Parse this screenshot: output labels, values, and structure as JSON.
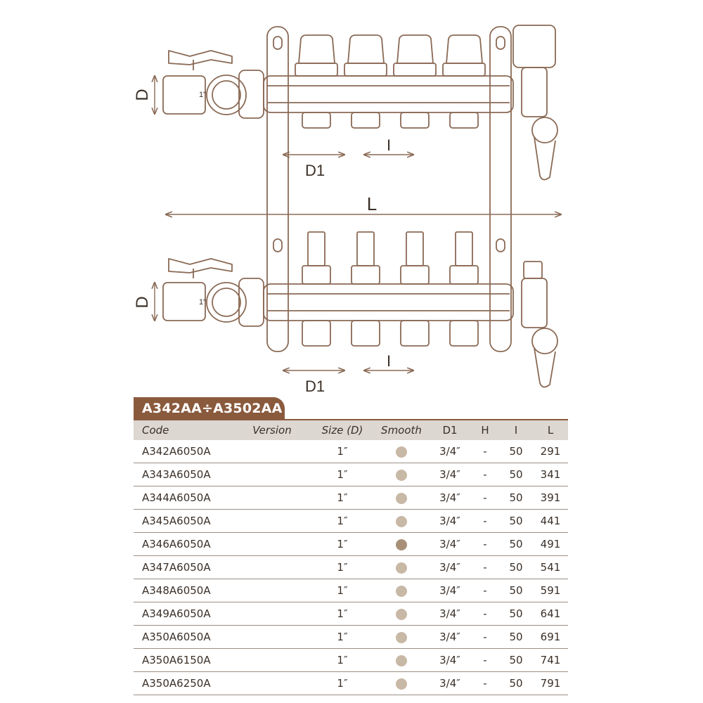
{
  "drawing": {
    "dimensions": {
      "diameter": "D",
      "outlet_diameter": "D1",
      "spacing": "I",
      "length": "L"
    },
    "inlet_size": "1\"",
    "outlet_count": 4
  },
  "table": {
    "title": "A342AA÷A3502AA",
    "headers": {
      "code": "Code",
      "version": "Version",
      "size": "Size (D)",
      "smooth": "Smooth",
      "d1": "D1",
      "h": "H",
      "i": "I",
      "l": "L"
    },
    "rows": [
      {
        "code": "A342A6050A",
        "version": "",
        "size": "1″",
        "smooth_dark": false,
        "d1": "3/4″",
        "h": "-",
        "i": "50",
        "l": "291"
      },
      {
        "code": "A343A6050A",
        "version": "",
        "size": "1″",
        "smooth_dark": false,
        "d1": "3/4″",
        "h": "-",
        "i": "50",
        "l": "341"
      },
      {
        "code": "A344A6050A",
        "version": "",
        "size": "1″",
        "smooth_dark": false,
        "d1": "3/4″",
        "h": "-",
        "i": "50",
        "l": "391"
      },
      {
        "code": "A345A6050A",
        "version": "",
        "size": "1″",
        "smooth_dark": false,
        "d1": "3/4″",
        "h": "-",
        "i": "50",
        "l": "441"
      },
      {
        "code": "A346A6050A",
        "version": "",
        "size": "1″",
        "smooth_dark": true,
        "d1": "3/4″",
        "h": "-",
        "i": "50",
        "l": "491"
      },
      {
        "code": "A347A6050A",
        "version": "",
        "size": "1″",
        "smooth_dark": false,
        "d1": "3/4″",
        "h": "-",
        "i": "50",
        "l": "541"
      },
      {
        "code": "A348A6050A",
        "version": "",
        "size": "1″",
        "smooth_dark": false,
        "d1": "3/4″",
        "h": "-",
        "i": "50",
        "l": "591"
      },
      {
        "code": "A349A6050A",
        "version": "",
        "size": "1″",
        "smooth_dark": false,
        "d1": "3/4″",
        "h": "-",
        "i": "50",
        "l": "641"
      },
      {
        "code": "A350A6050A",
        "version": "",
        "size": "1″",
        "smooth_dark": false,
        "d1": "3/4″",
        "h": "-",
        "i": "50",
        "l": "691"
      },
      {
        "code": "A350A6150A",
        "version": "",
        "size": "1″",
        "smooth_dark": false,
        "d1": "3/4″",
        "h": "-",
        "i": "50",
        "l": "741"
      },
      {
        "code": "A350A6250A",
        "version": "",
        "size": "1″",
        "smooth_dark": false,
        "d1": "3/4″",
        "h": "-",
        "i": "50",
        "l": "791"
      }
    ]
  },
  "colors": {
    "brand": "#8a5a3c",
    "line": "#8a6a55",
    "header_bg": "#dcd7d1",
    "dot": "#c8b8a6",
    "dot_dark": "#a89078"
  }
}
